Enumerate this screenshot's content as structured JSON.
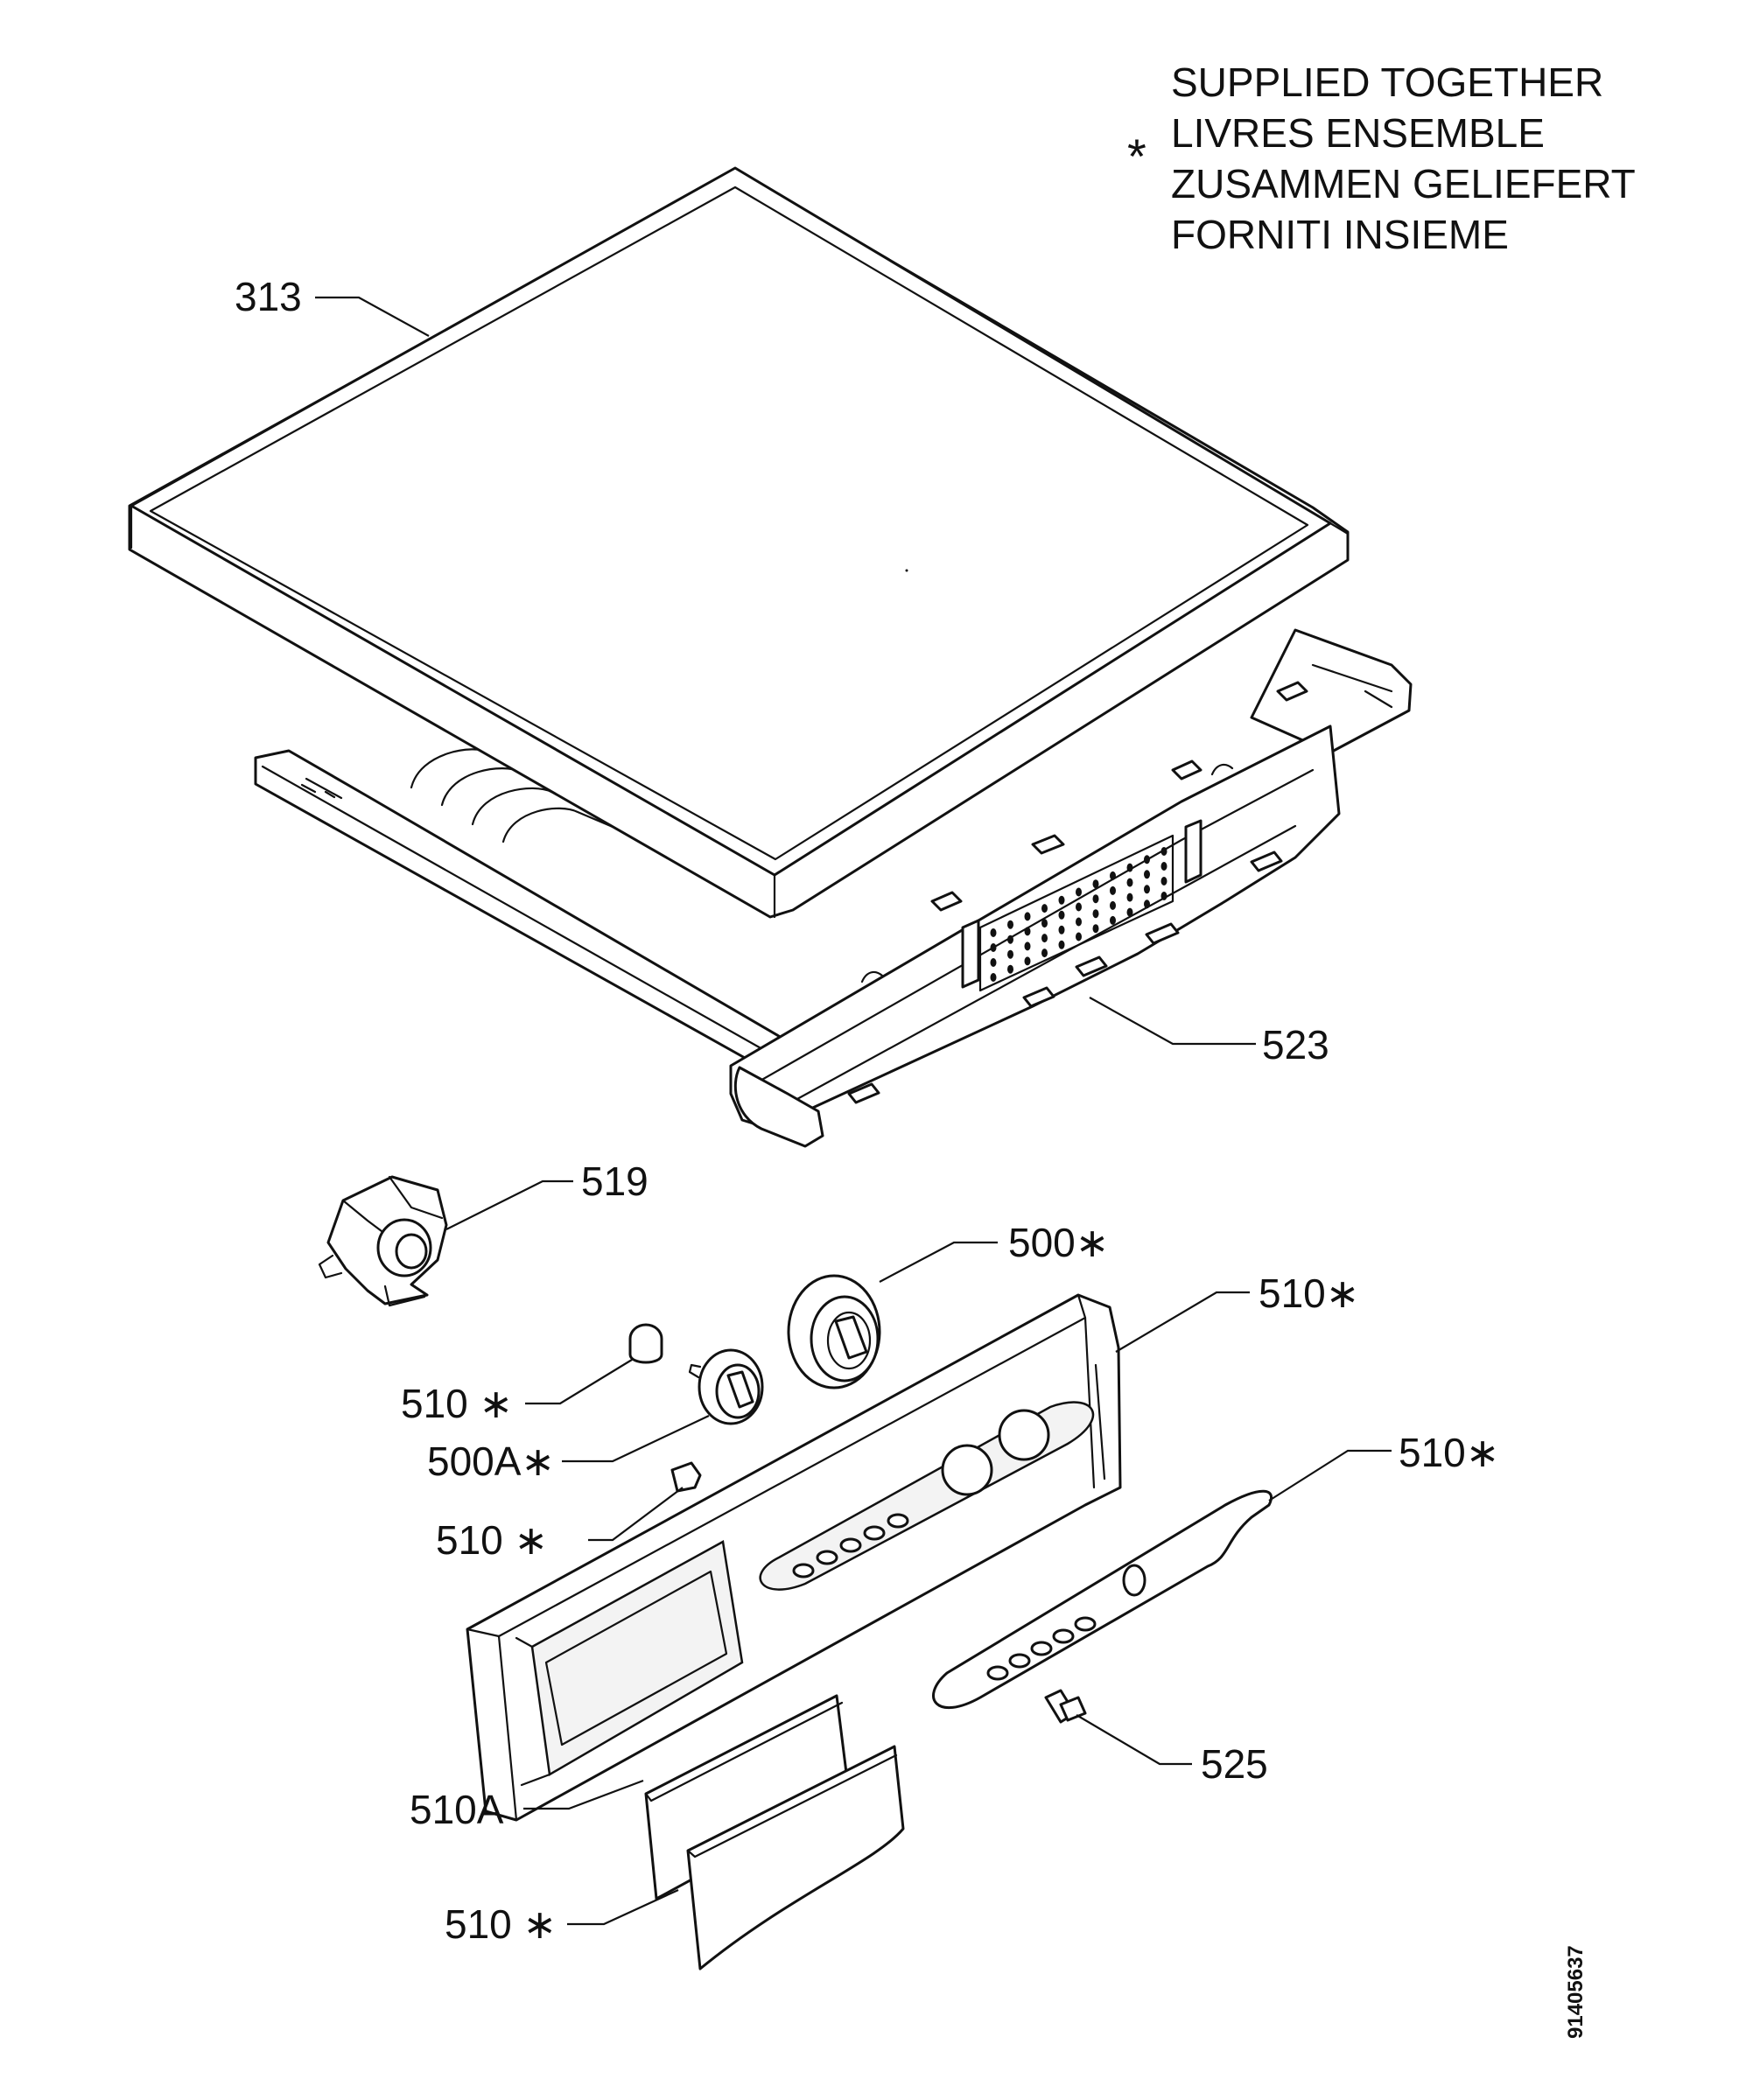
{
  "note": {
    "marker": "*",
    "lines": [
      "SUPPLIED TOGETHER",
      "LIVRES ENSEMBLE",
      "ZUSAMMEN GELIEFERT",
      "FORNITI INSIEME"
    ]
  },
  "labels": {
    "top_cover": "313",
    "top_frame": "523",
    "knob_bracket": "519",
    "main_knob": "500∗",
    "control_panel": "510∗",
    "spacer": "510 ∗",
    "small_knob": "500A∗",
    "indicator": "510 ∗",
    "panel_overlay": "510∗",
    "pin": "525",
    "drawer_insert": "510A",
    "drawer_handle": "510 ∗"
  },
  "drawing_code": "91405637"
}
